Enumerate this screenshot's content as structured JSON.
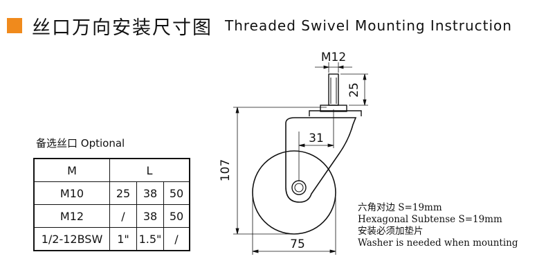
{
  "header": {
    "title_cn": "丝口万向安装尺寸图",
    "title_en": "Threaded Swivel Mounting Instruction",
    "accent_color": "#f08a1c"
  },
  "options": {
    "label": "备选丝口 Optional",
    "table": {
      "header": {
        "m": "M",
        "l": "L"
      },
      "rows": [
        {
          "m": "M10",
          "v1": "25",
          "v2": "38",
          "v3": "50"
        },
        {
          "m": "M12",
          "v1": "/",
          "v2": "38",
          "v3": "50"
        },
        {
          "m": "1/2-12BSW",
          "v1": "1\"",
          "v2": "1.5\"",
          "v3": "/"
        }
      ]
    }
  },
  "dimensions": {
    "stem_thread": "M12",
    "stem_length": "25",
    "total_height": "107",
    "offset": "31",
    "wheel_diameter": "75"
  },
  "notes": [
    "六角对边 S=19mm",
    "Hexagonal Subtense S=19mm",
    "安装必须加垫片",
    "Washer is needed when mounting"
  ]
}
